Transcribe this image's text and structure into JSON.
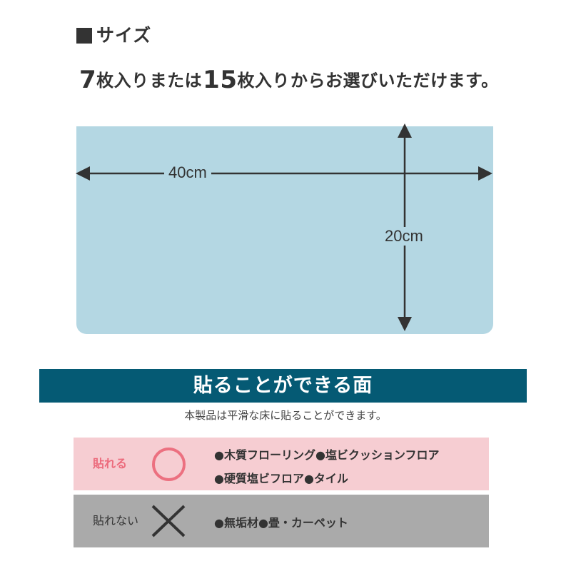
{
  "size_section": {
    "heading": "サイズ"
  },
  "quantity": {
    "option1_num": "7",
    "option1_unit": "枚入り",
    "connector": "または",
    "option2_num": "15",
    "option2_unit": "枚入り",
    "suffix": "からお選びいただけます。",
    "highlight_color": "#f5a25c"
  },
  "mat": {
    "width_label": "40cm",
    "height_label": "20cm",
    "color": "#b4d7e3"
  },
  "surfaces": {
    "banner": "貼ることができる面",
    "banner_color": "#055a74",
    "note": "本製品は平滑な床に貼ることができます。",
    "ok": {
      "label": "貼れる",
      "mark_icon": "circle-icon",
      "items_line1": "●木質フローリング●塩ビクッションフロア",
      "items_line2": "●硬質塩ビフロア●タイル",
      "color": "#f6cdd2",
      "accent": "#ec6b7c"
    },
    "ng": {
      "label": "貼れない",
      "mark_icon": "cross-icon",
      "items_line1": "●無垢材●畳・カーペット",
      "color": "#aaaaaa"
    }
  }
}
